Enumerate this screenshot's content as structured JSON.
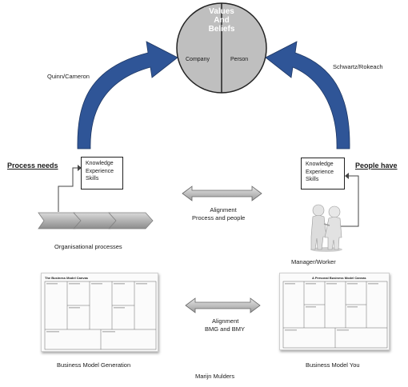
{
  "values": {
    "title_lines": [
      "Values",
      "And",
      "Beliefs"
    ],
    "left_half": "Company",
    "right_half": "Person"
  },
  "arrow_left_label": "Quinn/Cameron",
  "arrow_right_label": "Schwartz/Rokeach",
  "process": {
    "heading": "Process needs",
    "box_lines": [
      "Knowledge",
      "Experience",
      "Skills"
    ],
    "caption": "Organisational processes"
  },
  "people": {
    "heading": "People have",
    "box_lines": [
      "Knowledge",
      "Experience",
      "Skills"
    ],
    "caption": "Manager/Worker"
  },
  "alignment_top": {
    "line1": "Alignment",
    "line2": "Process and people"
  },
  "alignment_bottom": {
    "line1": "Alignment",
    "line2": "BMG and BMY"
  },
  "canvas_left": {
    "title": "The Business Model Canvas",
    "caption": "Business Model Generation"
  },
  "canvas_right": {
    "title": "A Personal Business Model Canvas",
    "caption": "Business Model You"
  },
  "author": "Marijn Mulders",
  "colors": {
    "arrow_blue": "#2f5597",
    "circle_gray": "#bfbfbf",
    "chevron_gray": "#a6a6a6"
  }
}
